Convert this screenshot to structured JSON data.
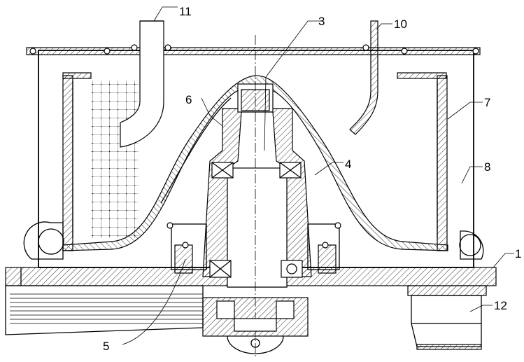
{
  "labels": {
    "l1": "1",
    "l3": "3",
    "l4": "4",
    "l5": "5",
    "l6": "6",
    "l7": "7",
    "l8": "8",
    "l10": "10",
    "l11": "11",
    "l12": "12"
  }
}
